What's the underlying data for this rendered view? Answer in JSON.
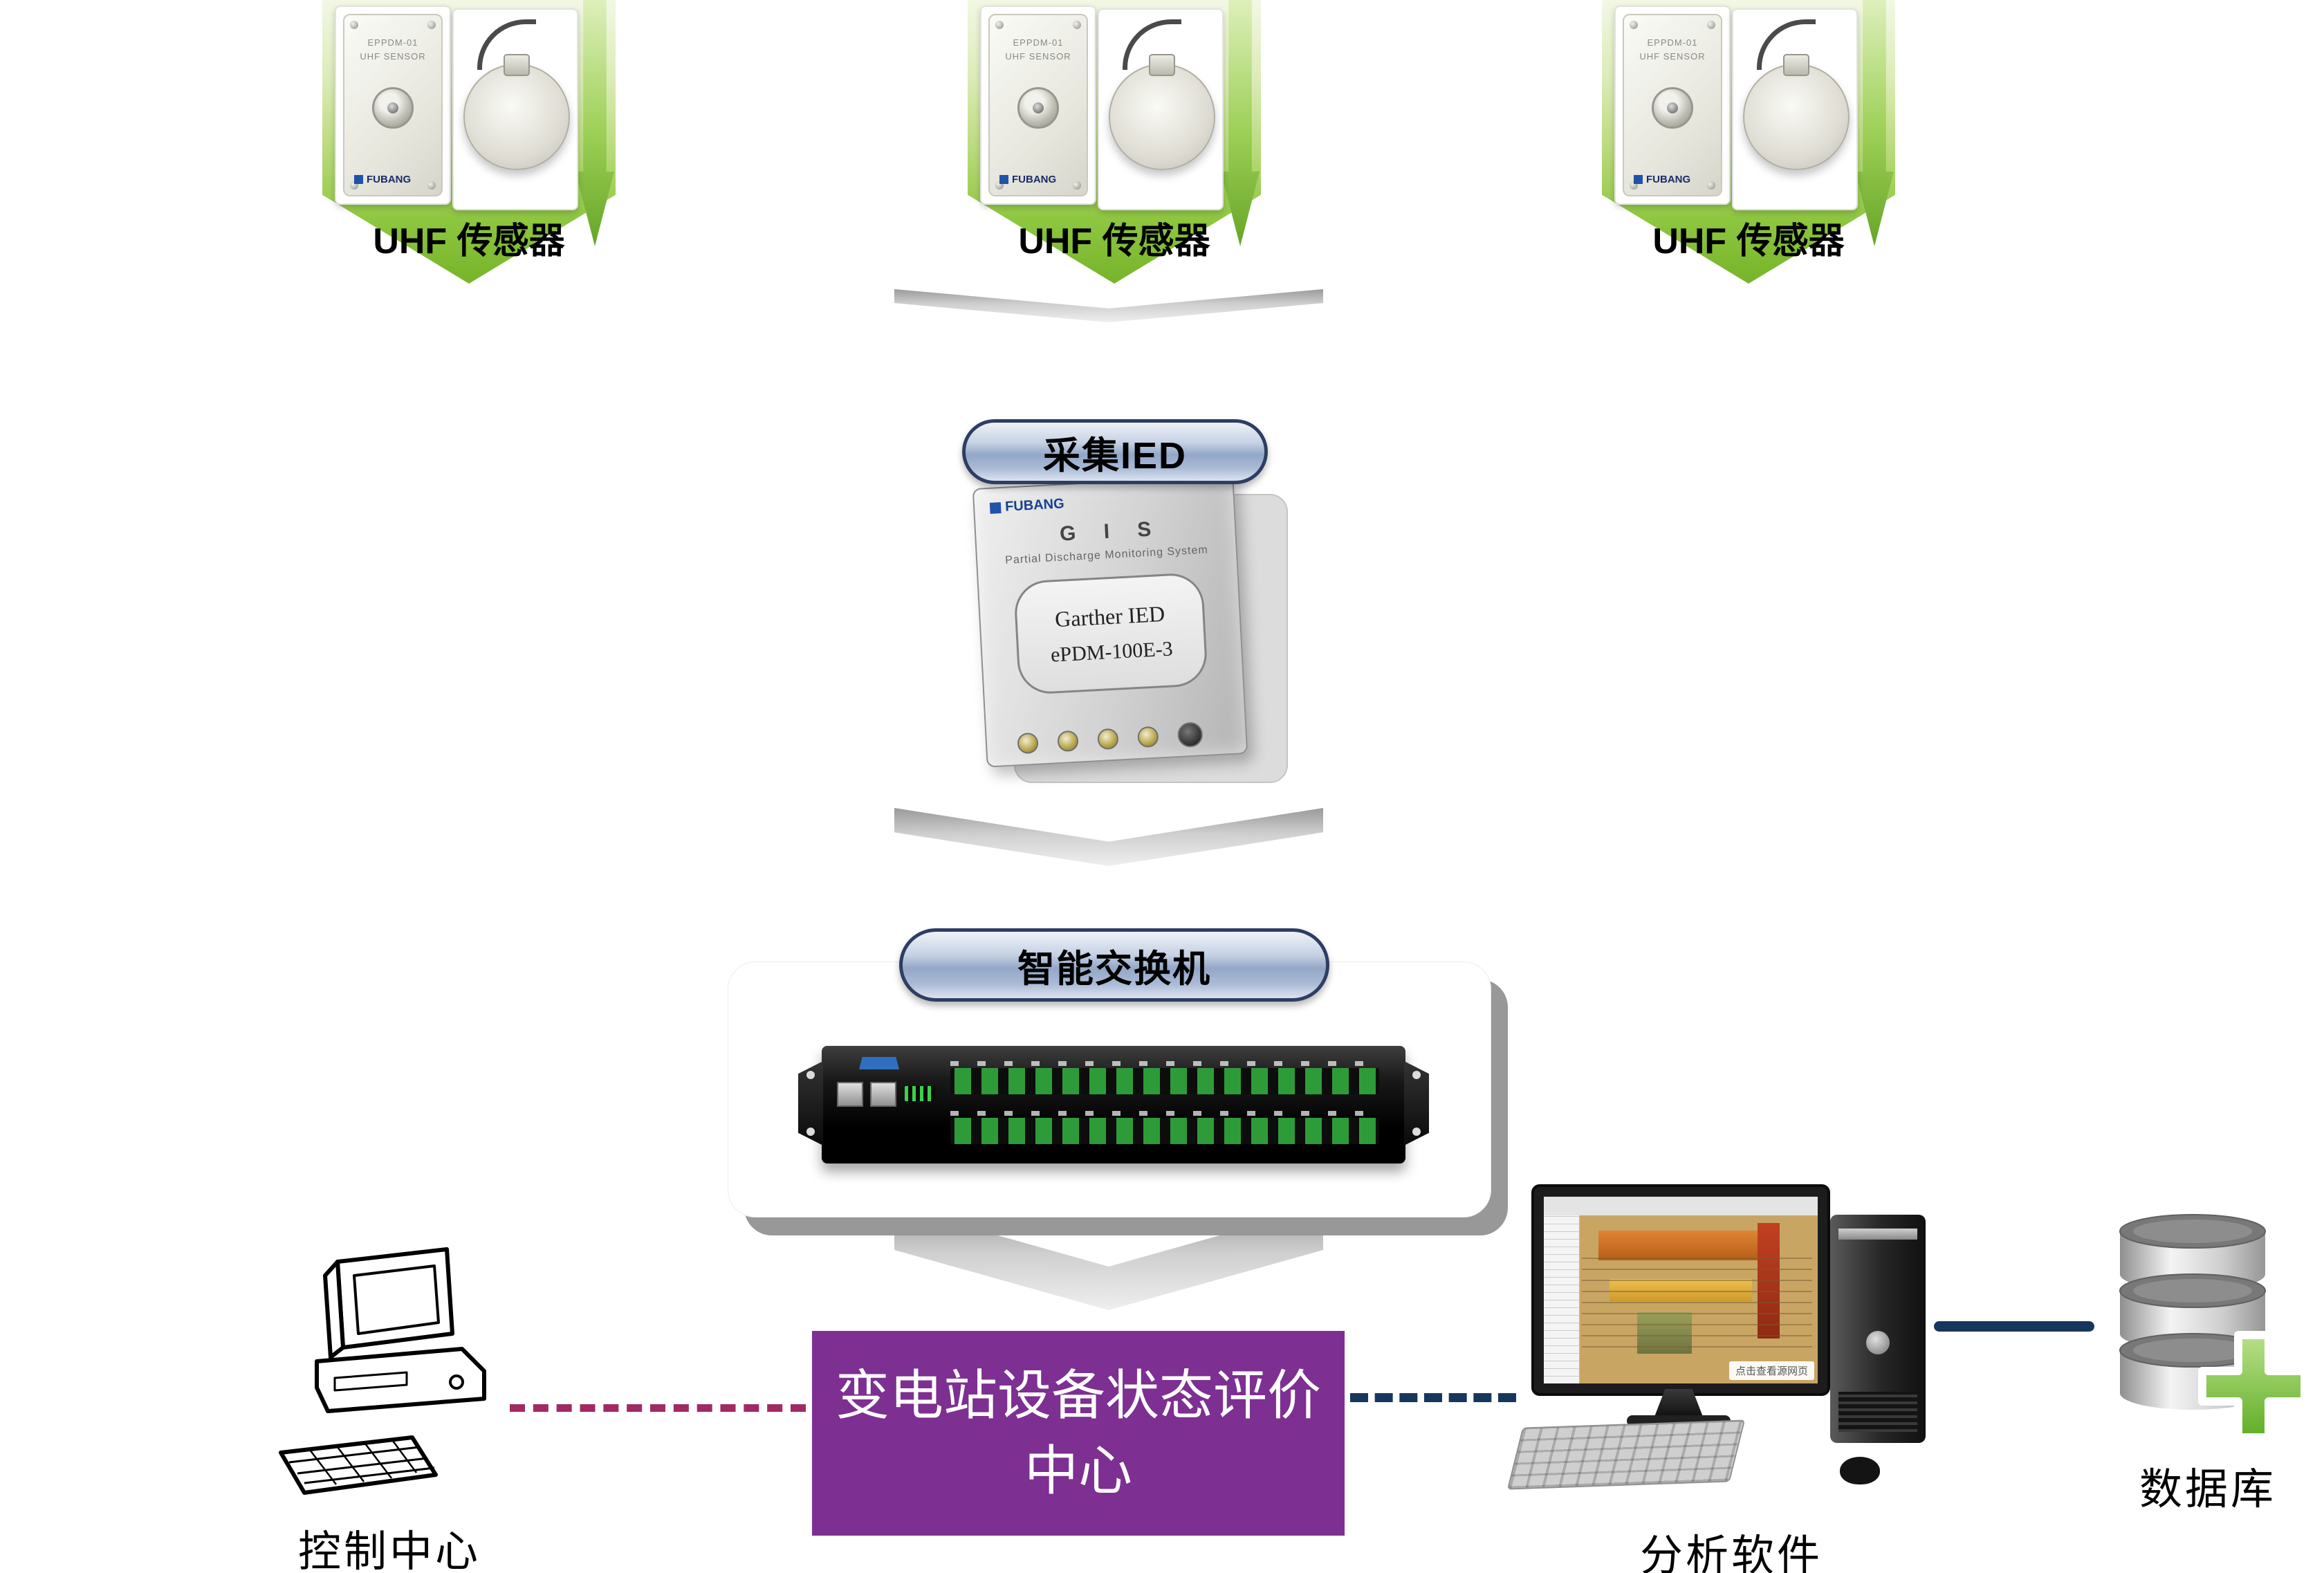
{
  "sensor_groups": [
    {
      "label": "UHF 传感器"
    },
    {
      "label": "UHF 传感器"
    },
    {
      "label": "UHF 传感器"
    }
  ],
  "sensor_card": {
    "model": "EPPDM-01",
    "type": "UHF SENSOR",
    "brand": "FUBANG"
  },
  "ied": {
    "badge": "采集IED",
    "brand": "FUBANG",
    "title": "G I S",
    "subtitle": "Partial Discharge Monitoring System",
    "device_name": "Garther IED",
    "device_model": "ePDM-100E-3"
  },
  "switch": {
    "badge": "智能交换机"
  },
  "evaluation_center": {
    "line1": "变电站设备状态评价",
    "line2": "中心"
  },
  "control_center": {
    "label": "控制中心"
  },
  "analysis_software": {
    "label": "分析软件",
    "watermark": "点击查看源网页"
  },
  "database": {
    "label": "数据库"
  },
  "colors": {
    "banner_green": "#8dc63f",
    "badge_fill": "#9fb0cc",
    "badge_border": "#2e3e62",
    "purple_box": "#7d2f92",
    "crimson_line": "#a12a62",
    "navy_line": "#17365d",
    "port_green": "#2d9c38"
  }
}
